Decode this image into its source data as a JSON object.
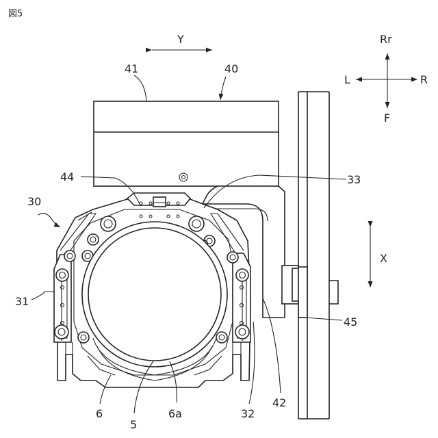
{
  "figure_title": "図5",
  "colors": {
    "line": "#222222",
    "background": "#ffffff"
  },
  "direction_labels": {
    "rear": "Rr",
    "front": "F",
    "left": "L",
    "right": "R",
    "y_axis": "Y",
    "x_axis": "X"
  },
  "reference_numerals": {
    "r41": "41",
    "r40": "40",
    "r44": "44",
    "r33": "33",
    "r30": "30",
    "r31": "31",
    "r45": "45",
    "r6": "6",
    "r5": "5",
    "r6a": "6a",
    "r32": "32",
    "r42": "42"
  }
}
